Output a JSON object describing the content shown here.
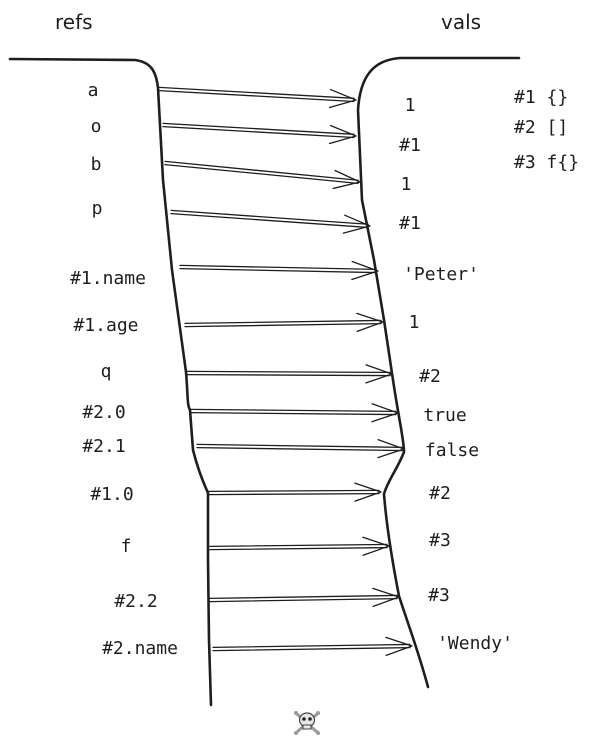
{
  "headers": {
    "refs": "refs",
    "vals": "vals"
  },
  "rows": [
    {
      "ref": "a",
      "val": "1"
    },
    {
      "ref": "o",
      "val": "#1"
    },
    {
      "ref": "b",
      "val": "1"
    },
    {
      "ref": "p",
      "val": "#1"
    },
    {
      "ref": "#1.name",
      "val": "'Peter'"
    },
    {
      "ref": "#1.age",
      "val": "1"
    },
    {
      "ref": "q",
      "val": "#2"
    },
    {
      "ref": "#2.0",
      "val": "true"
    },
    {
      "ref": "#2.1",
      "val": "false"
    },
    {
      "ref": "#1.0",
      "val": "#2"
    },
    {
      "ref": "f",
      "val": "#3"
    },
    {
      "ref": "#2.2",
      "val": "#3"
    },
    {
      "ref": "#2.name",
      "val": "'Wendy'"
    }
  ],
  "heap": [
    {
      "id": "#1",
      "value": "{}"
    },
    {
      "id": "#2",
      "value": "[]"
    },
    {
      "id": "#3",
      "value": "f{}"
    }
  ],
  "footer_icon": "skull-crossbones-icon"
}
